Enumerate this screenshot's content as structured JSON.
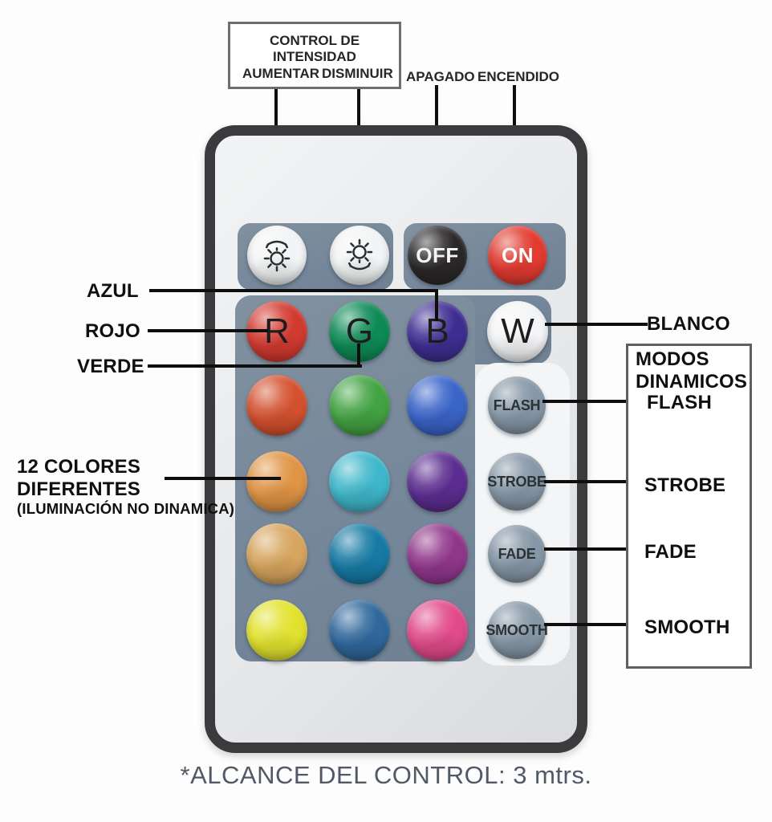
{
  "annotations": {
    "intensity_box": {
      "title": "CONTROL DE INTENSIDAD",
      "increase": "AUMENTAR",
      "decrease": "DISMINUIR"
    },
    "power_off": "APAGADO",
    "power_on": "ENCENDIDO",
    "blue": "AZUL",
    "red": "ROJO",
    "green": "VERDE",
    "colors_label": {
      "line1": "12 COLORES",
      "line2": "DIFERENTES",
      "line3": "(ILUMINACIÓN NO DINAMICA)"
    },
    "white": "BLANCO",
    "modes_box": {
      "title_line1": "MODOS",
      "title_line2": "DINAMICOS",
      "flash": "FLASH",
      "strobe": "STROBE",
      "fade": "FADE",
      "smooth": "SMOOTH"
    },
    "footnote": "*ALCANCE DEL CONTROL: 3 mtrs."
  },
  "remote": {
    "frame_color": "#3b3b3d",
    "panel_color": "#75879a",
    "row1": [
      {
        "name": "brightness-up-button",
        "icon": "brightness-up",
        "bg": "#f3f4f5",
        "label": ""
      },
      {
        "name": "brightness-down-button",
        "icon": "brightness-down",
        "bg": "#f3f4f5",
        "label": ""
      },
      {
        "name": "off-button",
        "label": "OFF",
        "bg": "#2b282a",
        "fg": "#f5f5f5"
      },
      {
        "name": "on-button",
        "label": "ON",
        "bg": "#e23b30",
        "fg": "#ffffff"
      }
    ],
    "rgbw_row": [
      {
        "name": "red-button",
        "label": "R",
        "bg": "#d23a30"
      },
      {
        "name": "green-button",
        "label": "G",
        "bg": "#0e8b55"
      },
      {
        "name": "blue-button",
        "label": "B",
        "bg": "#3e2e91"
      },
      {
        "name": "white-button",
        "label": "W",
        "bg": "#f4f5f6"
      }
    ],
    "color_grid": [
      [
        "#d4512f",
        "#43a343",
        "#3a64c8"
      ],
      [
        "#e09445",
        "#3fb7cb",
        "#5c2d90"
      ],
      [
        "#d7a55e",
        "#177aa4",
        "#90378b"
      ],
      [
        "#e2e22e",
        "#30689c",
        "#e14a8b"
      ]
    ],
    "mode_buttons": [
      {
        "name": "flash-button",
        "label": "FLASH",
        "bg": "#8697a7"
      },
      {
        "name": "strobe-button",
        "label": "STROBE",
        "bg": "#8697a7"
      },
      {
        "name": "fade-button",
        "label": "FADE",
        "bg": "#8697a7"
      },
      {
        "name": "smooth-button",
        "label": "SMOOTH",
        "bg": "#8697a7"
      }
    ]
  }
}
